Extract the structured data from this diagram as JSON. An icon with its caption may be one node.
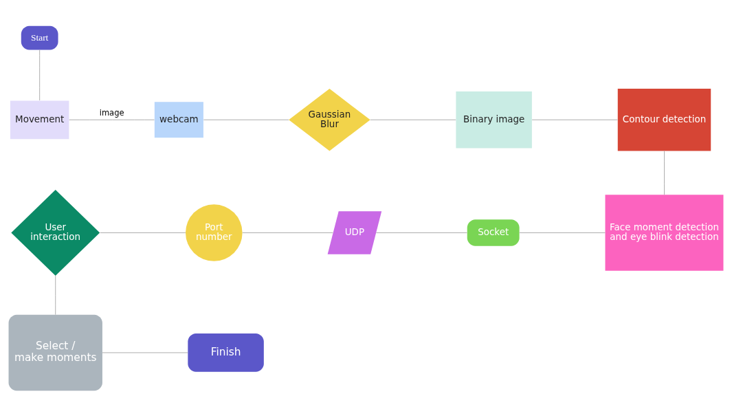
{
  "diagram": {
    "nodes": [
      {
        "text": [
          "Start"
        ]
      },
      {
        "text": [
          "Movement"
        ]
      },
      {
        "text": [
          "webcam"
        ]
      },
      {
        "text": [
          "Gaussian Blur"
        ]
      },
      {
        "text": [
          "Binary image"
        ]
      },
      {
        "text": [
          "Contour detection"
        ]
      },
      {
        "text": [
          "User interaction"
        ]
      },
      {
        "text": [
          "Port number"
        ]
      },
      {
        "text": [
          "UDP"
        ]
      },
      {
        "text": [
          "Socket"
        ]
      },
      {
        "text": [
          "Face moment detection and eye blink detection"
        ]
      },
      {
        "text": [
          "Select / make moments"
        ]
      },
      {
        "text": [
          "Finish"
        ]
      }
    ],
    "edges": [
      {
        "from": 0,
        "to": 1,
        "arrow": "none"
      },
      {
        "from": 1,
        "to": 2,
        "arrow": "none",
        "label": "image"
      },
      {
        "from": 2,
        "to": 3,
        "arrow": "none"
      },
      {
        "from": 3,
        "to": 4,
        "arrow": "none"
      },
      {
        "from": 4,
        "to": 5,
        "arrow": "none"
      },
      {
        "from": 5,
        "to": 10,
        "arrow": "none"
      },
      {
        "from": 9,
        "to": 10,
        "arrow": "none"
      },
      {
        "from": 8,
        "to": 9,
        "arrow": "none"
      },
      {
        "from": 7,
        "to": 8,
        "arrow": "none"
      },
      {
        "from": 6,
        "to": 7,
        "arrow": "none"
      },
      {
        "from": 6,
        "to": 11,
        "arrow": "none"
      },
      {
        "from": 11,
        "to": 12,
        "arrow": "none"
      }
    ]
  }
}
